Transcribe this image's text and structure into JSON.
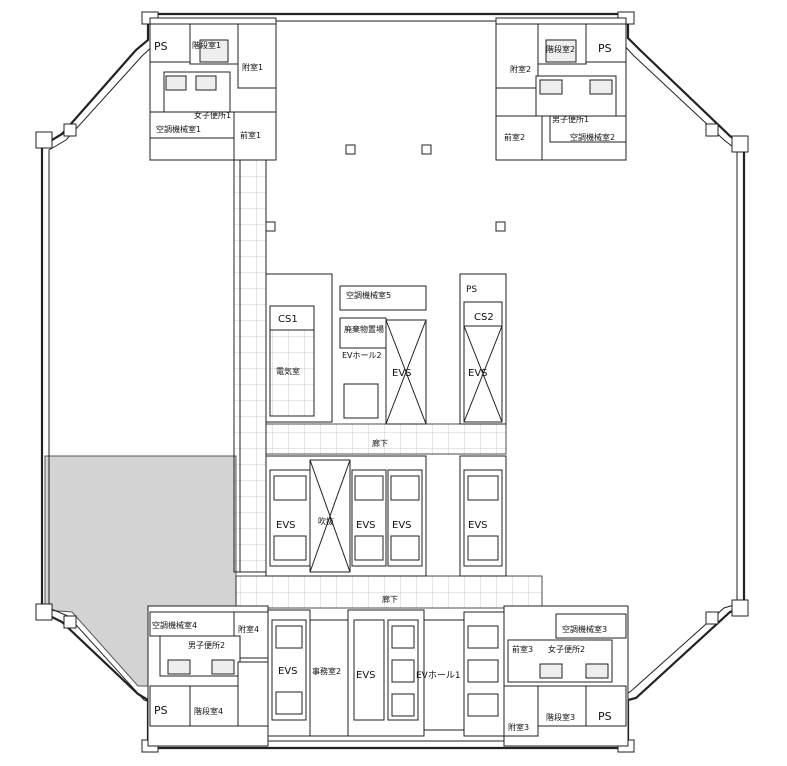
{
  "labels": {
    "ps_nw": "PS",
    "stair_1": "階段室1",
    "anteroom_1": "附室1",
    "womens_wc_1": "女子便所1",
    "ahu_1": "空調機械室1",
    "antechamber_1": "前室1",
    "stair_2": "階段室2",
    "ps_ne": "PS",
    "anteroom_2": "附室2",
    "mens_wc_1": "男子便所1",
    "antechamber_2": "前室2",
    "ahu_2": "空調機械室2",
    "ahu_5": "空調機械室5",
    "ps_center": "PS",
    "cs1": "CS1",
    "waste_storage": "廃棄物置場",
    "ev_hall_2": "EVホール2",
    "electrical_room": "電気室",
    "evs_1": "EVS",
    "evs_2": "EVS",
    "cs2": "CS2",
    "corridor_upper": "廊下",
    "evs_3": "EVS",
    "void": "吹抜",
    "evs_4": "EVS",
    "evs_5": "EVS",
    "evs_6": "EVS",
    "corridor_lower": "廊下",
    "ahu_4": "空調機械室4",
    "anteroom_4": "附室4",
    "mens_wc_2": "男子便所2",
    "stair_4": "階段室4",
    "ps_sw": "PS",
    "evs_7": "EVS",
    "office_2": "事務室2",
    "evs_8": "EVS",
    "ev_hall_1": "EVホール1",
    "ahu_3": "空調機械室3",
    "antechamber_3": "前室3",
    "womens_wc_2": "女子便所2",
    "anteroom_3": "附室3",
    "stair_3": "階段室3",
    "ps_se": "PS"
  }
}
